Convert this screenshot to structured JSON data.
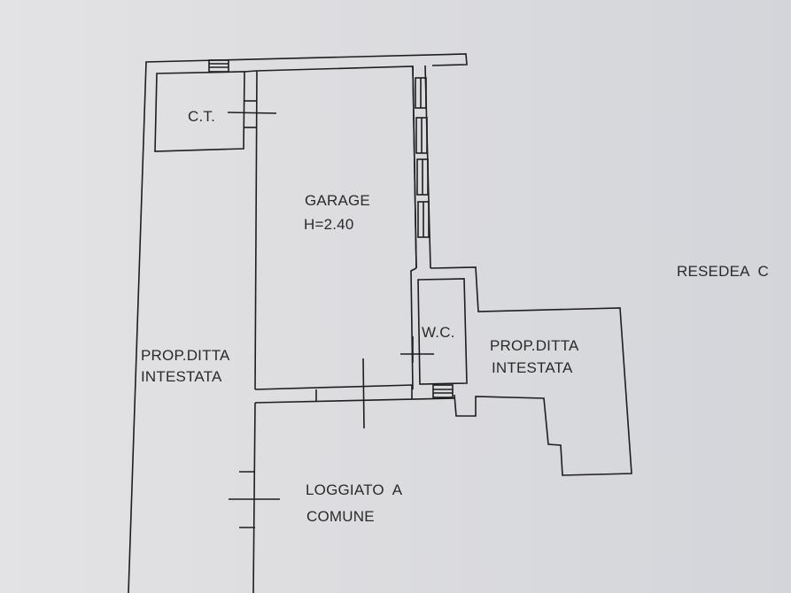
{
  "plan": {
    "rooms": {
      "ct": "C.T.",
      "garage": "GARAGE",
      "garage_height": "H=2.40",
      "wc": "W.C.",
      "prop_right_line1": "PROP.DITTA",
      "prop_right_line2": "INTESTATA",
      "prop_left_line1": "PROP.DITTA",
      "prop_left_line2": "INTESTATA",
      "loggiato_line1": "LOGGIATO  A",
      "loggiato_line2": "COMUNE",
      "resede": "RESEDEA  C"
    },
    "colors": {
      "line": "#1e1e1e",
      "paper": "#dedee1"
    }
  }
}
